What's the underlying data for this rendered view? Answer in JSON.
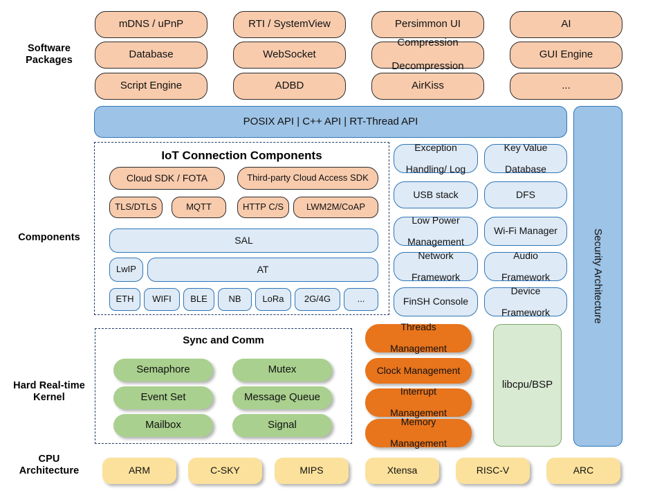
{
  "diagram": {
    "title": "RT-Thread Software Architecture",
    "colors": {
      "orange_fill": "#F8CBAD",
      "api_blue_fill": "#9DC3E6",
      "component_blue_fill": "#DEEAF6",
      "kernel_orange_fill": "#E8741C",
      "kernel_green_fill": "#A9D08E",
      "bsp_green_fill": "#D9EAD3",
      "cpu_yellow_fill": "#FCE19C",
      "dashed_border": "#1F3864",
      "outline_blue": "#2E75B6"
    }
  },
  "row_labels": {
    "software_packages": "Software\nPackages",
    "software_packages_line1": "Software",
    "software_packages_line2": "Packages",
    "components": "Components",
    "kernel_line1": "Hard Real-time",
    "kernel_line2": "Kernel",
    "cpu_line1": "CPU",
    "cpu_line2": "Architecture"
  },
  "software_packages": {
    "rows": [
      [
        "mDNS / uPnP",
        "RTI / SystemView",
        "Persimmon UI",
        "AI"
      ],
      [
        "Database",
        "WebSocket",
        "Compression\nDecompression",
        "GUI Engine"
      ],
      [
        "Script Engine",
        "ADBD",
        "AirKiss",
        "..."
      ]
    ],
    "flat": [
      "mDNS / uPnP",
      "RTI / SystemView",
      "Persimmon UI",
      "AI",
      "Database",
      "WebSocket",
      "Compression Decompression",
      "GUI Engine",
      "Script Engine",
      "ADBD",
      "AirKiss",
      "..."
    ],
    "compression_line1": "Compression",
    "compression_line2": "Decompression"
  },
  "api_bar": {
    "label": "POSIX API  |  C++ API  |  RT-Thread API"
  },
  "iot_group": {
    "title": "IoT Connection Components",
    "cloud_row": [
      "Cloud SDK / FOTA",
      "Third-party Cloud Access SDK"
    ],
    "protocol_row": [
      "TLS/DTLS",
      "MQTT",
      "HTTP C/S",
      "LWM2M/CoAP"
    ],
    "sal": "SAL",
    "lwip": "LwIP",
    "at": "AT",
    "link_row": [
      "ETH",
      "WIFI",
      "BLE",
      "NB",
      "LoRa",
      "2G/4G",
      "..."
    ]
  },
  "components_right": {
    "left_column": [
      "Exception\nHandling/ Log",
      "USB stack",
      "Low Power\nManagement",
      "Network\nFramework",
      "FinSH Console"
    ],
    "right_column": [
      "Key Value\nDatabase",
      "DFS",
      "Wi-Fi Manager",
      "Audio\nFramework",
      "Device\nFramework"
    ],
    "exception_l1": "Exception",
    "exception_l2": "Handling/ Log",
    "usb": "USB stack",
    "lowpower_l1": "Low Power",
    "lowpower_l2": "Management",
    "network_l1": "Network",
    "network_l2": "Framework",
    "finsh": "FinSH Console",
    "kvdb_l1": "Key Value",
    "kvdb_l2": "Database",
    "dfs": "DFS",
    "wifi_mgr": "Wi-Fi Manager",
    "audio_l1": "Audio",
    "audio_l2": "Framework",
    "device_l1": "Device",
    "device_l2": "Framework"
  },
  "security": {
    "label": "Security Architecture"
  },
  "kernel": {
    "sync_group_title": "Sync and Comm",
    "sync_left": [
      "Semaphore",
      "Event Set",
      "Mailbox"
    ],
    "sync_right": [
      "Mutex",
      "Message Queue",
      "Signal"
    ],
    "management": [
      "Threads\nManagement",
      "Clock Management",
      "Interrupt\nManagement",
      "Memory\nManagement"
    ],
    "threads_l1": "Threads",
    "threads_l2": "Management",
    "clock": "Clock Management",
    "interrupt_l1": "Interrupt",
    "interrupt_l2": "Management",
    "memory_l1": "Memory",
    "memory_l2": "Management",
    "libcpu": "libcpu/BSP"
  },
  "cpu_architecture": {
    "items": [
      "ARM",
      "C-SKY",
      "MIPS",
      "Xtensa",
      "RISC-V",
      "ARC"
    ]
  }
}
